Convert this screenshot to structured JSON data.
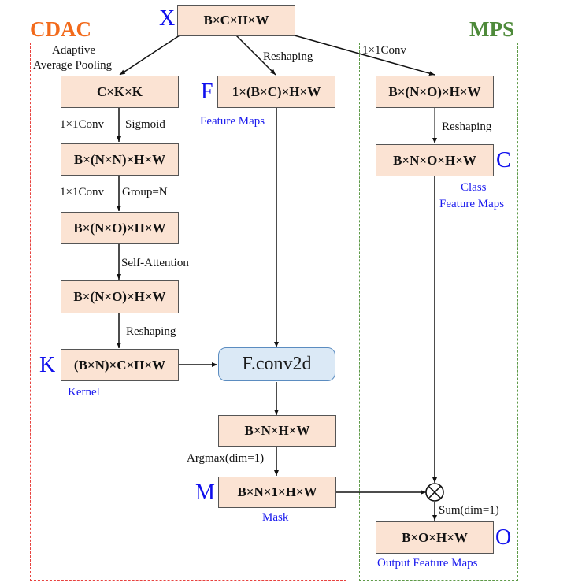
{
  "colors": {
    "cdac_accent": "#f26a1b",
    "mps_accent": "#4e8a3a",
    "cdac_border": "#e8423f",
    "mps_border": "#5e9a48",
    "box_fill": "#fbe3d3",
    "conv_fill": "#dbe9f6",
    "annotation_blue": "#1a1aee"
  },
  "regions": {
    "cdac": {
      "title": "CDAC"
    },
    "mps": {
      "title": "MPS"
    }
  },
  "input": {
    "letter": "X",
    "shape": "B×C×H×W"
  },
  "cdac": {
    "pool_label_1": "Adaptive",
    "pool_label_2": "Average Pooling",
    "reshape_top_label": "Reshaping",
    "box_ckk": "C×K×K",
    "edge1_left": "1×1Conv",
    "edge1_right": "Sigmoid",
    "box_nn": "B×(N×N)×H×W",
    "edge2_left": "1×1Conv",
    "edge2_right": "Group=N",
    "box_no1": "B×(N×O)×H×W",
    "edge3": "Self-Attention",
    "box_no2": "B×(N×O)×H×W",
    "edge4": "Reshaping",
    "kernel_letter": "K",
    "box_kernel": "(B×N)×C×H×W",
    "kernel_caption": "Kernel",
    "feature_letter": "F",
    "box_feature": "1×(B×C)×H×W",
    "feature_caption": "Feature Maps",
    "conv_op": "F.conv2d",
    "box_bnhw": "B×N×H×W",
    "edge_argmax": "Argmax(dim=1)",
    "mask_letter": "M",
    "box_mask": "B×N×1×H×W",
    "mask_caption": "Mask"
  },
  "mps": {
    "conv_label": "1×1Conv",
    "box_no": "B×(N×O)×H×W",
    "edge_reshape": "Reshaping",
    "class_letter": "C",
    "box_class": "B×N×O×H×W",
    "class_caption_1": "Class",
    "class_caption_2": "Feature Maps",
    "multiply_symbol": "⊗",
    "edge_sum": "Sum(dim=1)",
    "output_letter": "O",
    "box_output": "B×O×H×W",
    "output_caption": "Output Feature Maps"
  }
}
